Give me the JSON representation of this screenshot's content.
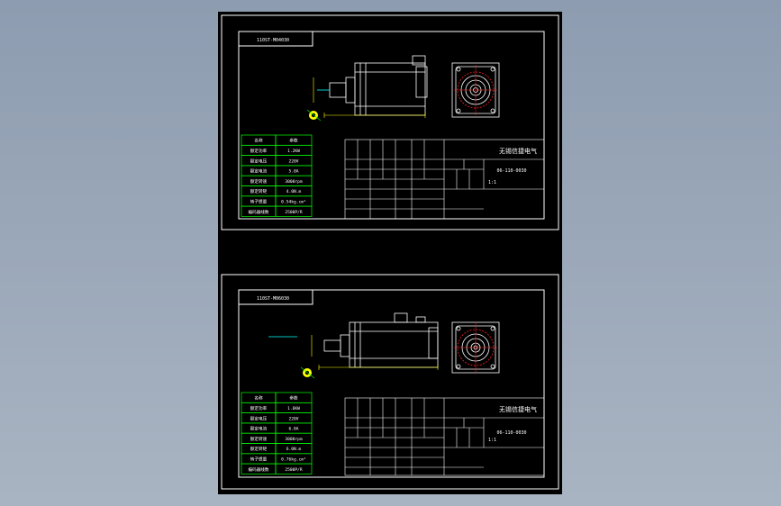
{
  "colors": {
    "background": "#98a5b6",
    "sheet": "#000000",
    "frame": "#ffffff",
    "spec_table": "#00ff00",
    "title_block": "#ffffff",
    "drawing": "#ffffff",
    "flange_detail": "#ff2020",
    "dimension": "#ffff00",
    "cyan_mark": "#00ffff"
  },
  "sheets": [
    {
      "header_label": "110ST-M04030",
      "company": "无锡信捷电气",
      "drawing_number": "06-110-0030",
      "scale": "1:1",
      "spec_rows": [
        [
          "名称",
          "参数"
        ],
        [
          "额定功率",
          "1.2KW"
        ],
        [
          "额定电压",
          "220V"
        ],
        [
          "额定电流",
          "5.0A"
        ],
        [
          "额定转速",
          "3000rpm"
        ],
        [
          "额定转矩",
          "4.0N.m"
        ],
        [
          "转子惯量",
          "0.54kg.cm²"
        ],
        [
          "编码器线数",
          "2500P/R"
        ]
      ]
    },
    {
      "header_label": "110ST-M06030",
      "company": "无锡信捷电气",
      "drawing_number": "06-110-0030",
      "scale": "1:1",
      "spec_rows": [
        [
          "名称",
          "参数"
        ],
        [
          "额定功率",
          "1.6KW"
        ],
        [
          "额定电压",
          "220V"
        ],
        [
          "额定电流",
          "6.0A"
        ],
        [
          "额定转速",
          "3000rpm"
        ],
        [
          "额定转矩",
          "6.0N.m"
        ],
        [
          "转子惯量",
          "0.76kg.cm²"
        ],
        [
          "编码器线数",
          "2500P/R"
        ]
      ]
    }
  ]
}
